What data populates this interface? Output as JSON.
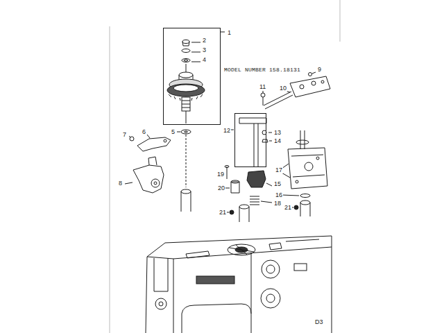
{
  "diagram": {
    "title": "MODEL NUMBER 158.18131",
    "nodes": [
      {
        "text": [
          "1",
          "2",
          "3",
          "4"
        ]
      },
      {
        "text": [
          "12"
        ]
      }
    ],
    "labels": [
      "9",
      "10",
      "11",
      "5",
      "7",
      "6",
      "13",
      "14",
      "17",
      "19",
      "15",
      "8",
      "20",
      "16",
      "18",
      "21",
      "21",
      "D3"
    ]
  }
}
